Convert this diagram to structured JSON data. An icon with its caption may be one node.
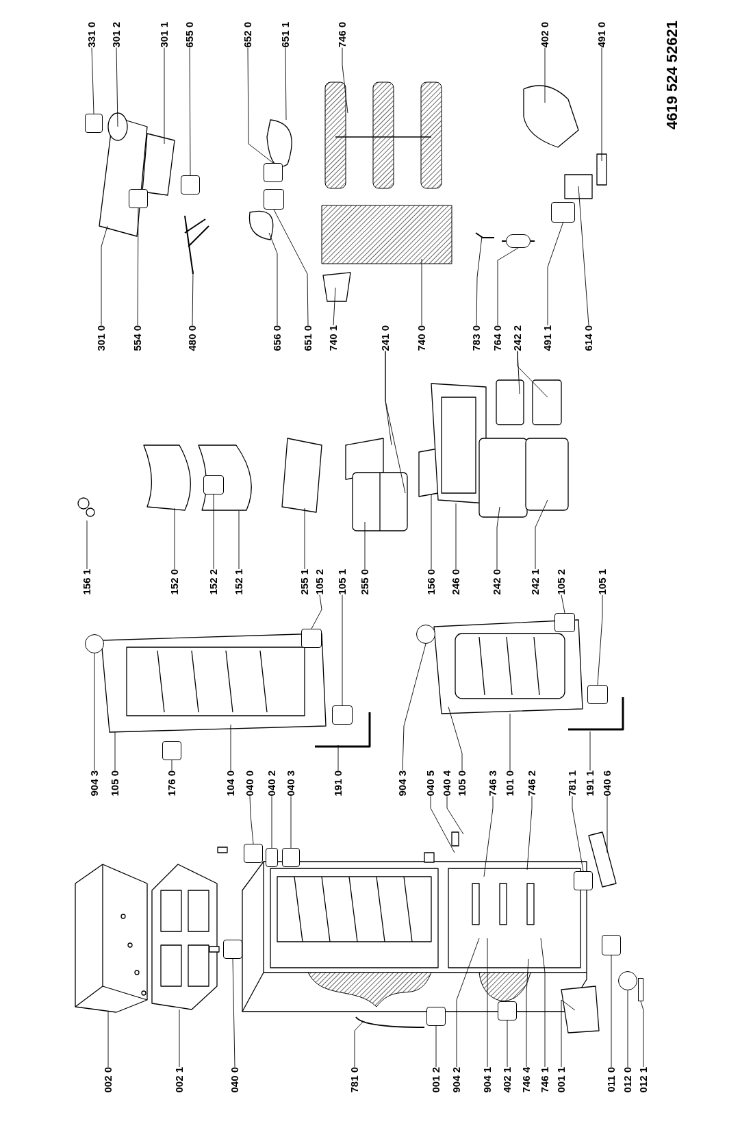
{
  "diagram": {
    "nodes": [
      {
        "text": [
          "331 0"
        ]
      },
      {
        "text": [
          "301 2"
        ]
      },
      {
        "text": [
          "301 1"
        ]
      },
      {
        "text": [
          "655 0"
        ]
      },
      {
        "text": [
          "652 0"
        ]
      },
      {
        "text": [
          "651 1"
        ]
      },
      {
        "text": [
          "746 0"
        ]
      },
      {
        "text": [
          "402 0"
        ]
      },
      {
        "text": [
          "491 0"
        ]
      },
      {
        "text": [
          "301 0"
        ]
      },
      {
        "text": [
          "554 0"
        ]
      },
      {
        "text": [
          "480 0"
        ]
      },
      {
        "text": [
          "656 0"
        ]
      },
      {
        "text": [
          "651 0"
        ]
      },
      {
        "text": [
          "740 1"
        ]
      },
      {
        "text": [
          "241 0"
        ]
      },
      {
        "text": [
          "740 0"
        ]
      },
      {
        "text": [
          "783 0"
        ]
      },
      {
        "text": [
          "764 0"
        ]
      },
      {
        "text": [
          "242 2"
        ]
      },
      {
        "text": [
          "491 1"
        ]
      },
      {
        "text": [
          "614 0"
        ]
      },
      {
        "text": [
          "156 1"
        ]
      },
      {
        "text": [
          "152 0"
        ]
      },
      {
        "text": [
          "152 2"
        ]
      },
      {
        "text": [
          "152 1"
        ]
      },
      {
        "text": [
          "255 1"
        ]
      },
      {
        "text": [
          "105 2"
        ]
      },
      {
        "text": [
          "105 1"
        ]
      },
      {
        "text": [
          "255 0"
        ]
      },
      {
        "text": [
          "156 0"
        ]
      },
      {
        "text": [
          "246 0"
        ]
      },
      {
        "text": [
          "242 0"
        ]
      },
      {
        "text": [
          "242 1"
        ]
      },
      {
        "text": [
          "105 2"
        ]
      },
      {
        "text": [
          "105 1"
        ]
      },
      {
        "text": [
          "904 3"
        ]
      },
      {
        "text": [
          "105 0"
        ]
      },
      {
        "text": [
          "176 0"
        ]
      },
      {
        "text": [
          "104 0"
        ]
      },
      {
        "text": [
          "040 0"
        ]
      },
      {
        "text": [
          "040 2"
        ]
      },
      {
        "text": [
          "040 3"
        ]
      },
      {
        "text": [
          "191 0"
        ]
      },
      {
        "text": [
          "904 3"
        ]
      },
      {
        "text": [
          "040 5"
        ]
      },
      {
        "text": [
          "040 4"
        ]
      },
      {
        "text": [
          "105 0"
        ]
      },
      {
        "text": [
          "746 3"
        ]
      },
      {
        "text": [
          "101 0"
        ]
      },
      {
        "text": [
          "746 2"
        ]
      },
      {
        "text": [
          "781 1"
        ]
      },
      {
        "text": [
          "191 1"
        ]
      },
      {
        "text": [
          "040 6"
        ]
      },
      {
        "text": [
          "002 0"
        ]
      },
      {
        "text": [
          "002 1"
        ]
      },
      {
        "text": [
          "040 0"
        ]
      },
      {
        "text": [
          "781 0"
        ]
      },
      {
        "text": [
          "001 2"
        ]
      },
      {
        "text": [
          "904 2"
        ]
      },
      {
        "text": [
          "904 1"
        ]
      },
      {
        "text": [
          "402 1"
        ]
      },
      {
        "text": [
          "746 4"
        ]
      },
      {
        "text": [
          "746 1"
        ]
      },
      {
        "text": [
          "001 1"
        ]
      },
      {
        "text": [
          "011 0"
        ]
      },
      {
        "text": [
          "012 0"
        ]
      },
      {
        "text": [
          "012 1"
        ]
      },
      {
        "text": [],
        "shape": "box"
      },
      {
        "text": [],
        "shape": "box"
      },
      {
        "text": [],
        "shape": "box"
      },
      {
        "text": [],
        "shape": "box"
      },
      {
        "text": [],
        "shape": "box"
      },
      {
        "text": [],
        "shape": "circle"
      },
      {
        "text": [],
        "shape": "box"
      },
      {
        "text": [],
        "shape": "box"
      },
      {
        "text": [],
        "shape": "box"
      },
      {
        "text": [],
        "shape": "box"
      },
      {
        "text": [],
        "shape": "box"
      },
      {
        "text": [],
        "shape": "box"
      },
      {
        "text": [],
        "shape": "circle"
      },
      {
        "text": [],
        "shape": "box"
      },
      {
        "text": [],
        "shape": "box"
      },
      {
        "text": [],
        "shape": "box"
      },
      {
        "text": [],
        "shape": "box"
      },
      {
        "text": [],
        "shape": "circle"
      },
      {
        "text": [],
        "shape": "box"
      },
      {
        "text": [],
        "shape": "box"
      },
      {
        "text": [],
        "shape": "box"
      },
      {
        "text": [],
        "shape": "box"
      },
      {
        "text": [],
        "shape": "box"
      },
      {
        "text": [],
        "shape": "circle"
      },
      {
        "text": [],
        "shape": "bar"
      }
    ],
    "edges": [
      {
        "from": 0,
        "to": 68,
        "arrow": "none"
      },
      {
        "from": 1,
        "to": null,
        "arrow": "none"
      },
      {
        "from": 2,
        "to": null,
        "arrow": "none"
      },
      {
        "from": 3,
        "to": 69,
        "arrow": "none"
      },
      {
        "from": 4,
        "to": 70,
        "arrow": "none"
      },
      {
        "from": 5,
        "to": null,
        "arrow": "none"
      },
      {
        "from": 6,
        "to": null,
        "arrow": "none"
      },
      {
        "from": 7,
        "to": null,
        "arrow": "none"
      },
      {
        "from": 8,
        "to": null,
        "arrow": "none"
      },
      {
        "from": 9,
        "to": null,
        "arrow": "none"
      },
      {
        "from": 10,
        "to": 71,
        "arrow": "none"
      },
      {
        "from": 11,
        "to": null,
        "arrow": "none"
      },
      {
        "from": 12,
        "to": null,
        "arrow": "none"
      },
      {
        "from": 13,
        "to": 72,
        "arrow": "none"
      },
      {
        "from": 14,
        "to": null,
        "arrow": "none"
      },
      {
        "from": 15,
        "to": null,
        "arrow": "none"
      },
      {
        "from": 15,
        "to": null,
        "arrow": "none"
      },
      {
        "from": 16,
        "to": null,
        "arrow": "none"
      },
      {
        "from": 17,
        "to": null,
        "arrow": "none"
      },
      {
        "from": 18,
        "to": 73,
        "arrow": "none"
      },
      {
        "from": 19,
        "to": null,
        "arrow": "none"
      },
      {
        "from": 19,
        "to": null,
        "arrow": "none"
      },
      {
        "from": 20,
        "to": 74,
        "arrow": "none"
      },
      {
        "from": 21,
        "to": null,
        "arrow": "none"
      },
      {
        "from": 22,
        "to": null,
        "arrow": "none"
      },
      {
        "from": 23,
        "to": null,
        "arrow": "none"
      },
      {
        "from": 24,
        "to": 75,
        "arrow": "none"
      },
      {
        "from": 25,
        "to": null,
        "arrow": "none"
      },
      {
        "from": 26,
        "to": null,
        "arrow": "none"
      },
      {
        "from": 27,
        "to": 76,
        "arrow": "none"
      },
      {
        "from": 28,
        "to": 77,
        "arrow": "none"
      },
      {
        "from": 29,
        "to": null,
        "arrow": "none"
      },
      {
        "from": 30,
        "to": null,
        "arrow": "none"
      },
      {
        "from": 31,
        "to": null,
        "arrow": "none"
      },
      {
        "from": 32,
        "to": null,
        "arrow": "none"
      },
      {
        "from": 33,
        "to": null,
        "arrow": "none"
      },
      {
        "from": 34,
        "to": 78,
        "arrow": "none"
      },
      {
        "from": 35,
        "to": 79,
        "arrow": "none"
      },
      {
        "from": 36,
        "to": 80,
        "arrow": "none"
      },
      {
        "from": 37,
        "to": null,
        "arrow": "none"
      },
      {
        "from": 38,
        "to": 81,
        "arrow": "none"
      },
      {
        "from": 39,
        "to": null,
        "arrow": "none"
      },
      {
        "from": 40,
        "to": 82,
        "arrow": "none"
      },
      {
        "from": 41,
        "to": 83,
        "arrow": "none"
      },
      {
        "from": 42,
        "to": 84,
        "arrow": "none"
      },
      {
        "from": 43,
        "to": null,
        "arrow": "none"
      },
      {
        "from": 44,
        "to": 85,
        "arrow": "none"
      },
      {
        "from": 45,
        "to": null,
        "arrow": "none"
      },
      {
        "from": 46,
        "to": null,
        "arrow": "none"
      },
      {
        "from": 47,
        "to": null,
        "arrow": "none"
      },
      {
        "from": 48,
        "to": null,
        "arrow": "none"
      },
      {
        "from": 49,
        "to": null,
        "arrow": "none"
      },
      {
        "from": 50,
        "to": null,
        "arrow": "none"
      },
      {
        "from": 51,
        "to": 86,
        "arrow": "none"
      },
      {
        "from": 52,
        "to": null,
        "arrow": "none"
      },
      {
        "from": 53,
        "to": null,
        "arrow": "none"
      },
      {
        "from": 54,
        "to": null,
        "arrow": "none"
      },
      {
        "from": 55,
        "to": null,
        "arrow": "none"
      },
      {
        "from": 56,
        "to": 87,
        "arrow": "none"
      },
      {
        "from": 57,
        "to": null,
        "arrow": "none"
      },
      {
        "from": 58,
        "to": 88,
        "arrow": "none"
      },
      {
        "from": 59,
        "to": null,
        "arrow": "none"
      },
      {
        "from": 60,
        "to": null,
        "arrow": "none"
      },
      {
        "from": 61,
        "to": 89,
        "arrow": "none"
      },
      {
        "from": 62,
        "to": null,
        "arrow": "none"
      },
      {
        "from": 63,
        "to": null,
        "arrow": "none"
      },
      {
        "from": 64,
        "to": null,
        "arrow": "none"
      },
      {
        "from": 65,
        "to": 90,
        "arrow": "none"
      },
      {
        "from": 66,
        "to": 91,
        "arrow": "none"
      },
      {
        "from": 67,
        "to": 92,
        "arrow": "none"
      }
    ],
    "labels": [
      "4619 524 52621"
    ]
  }
}
